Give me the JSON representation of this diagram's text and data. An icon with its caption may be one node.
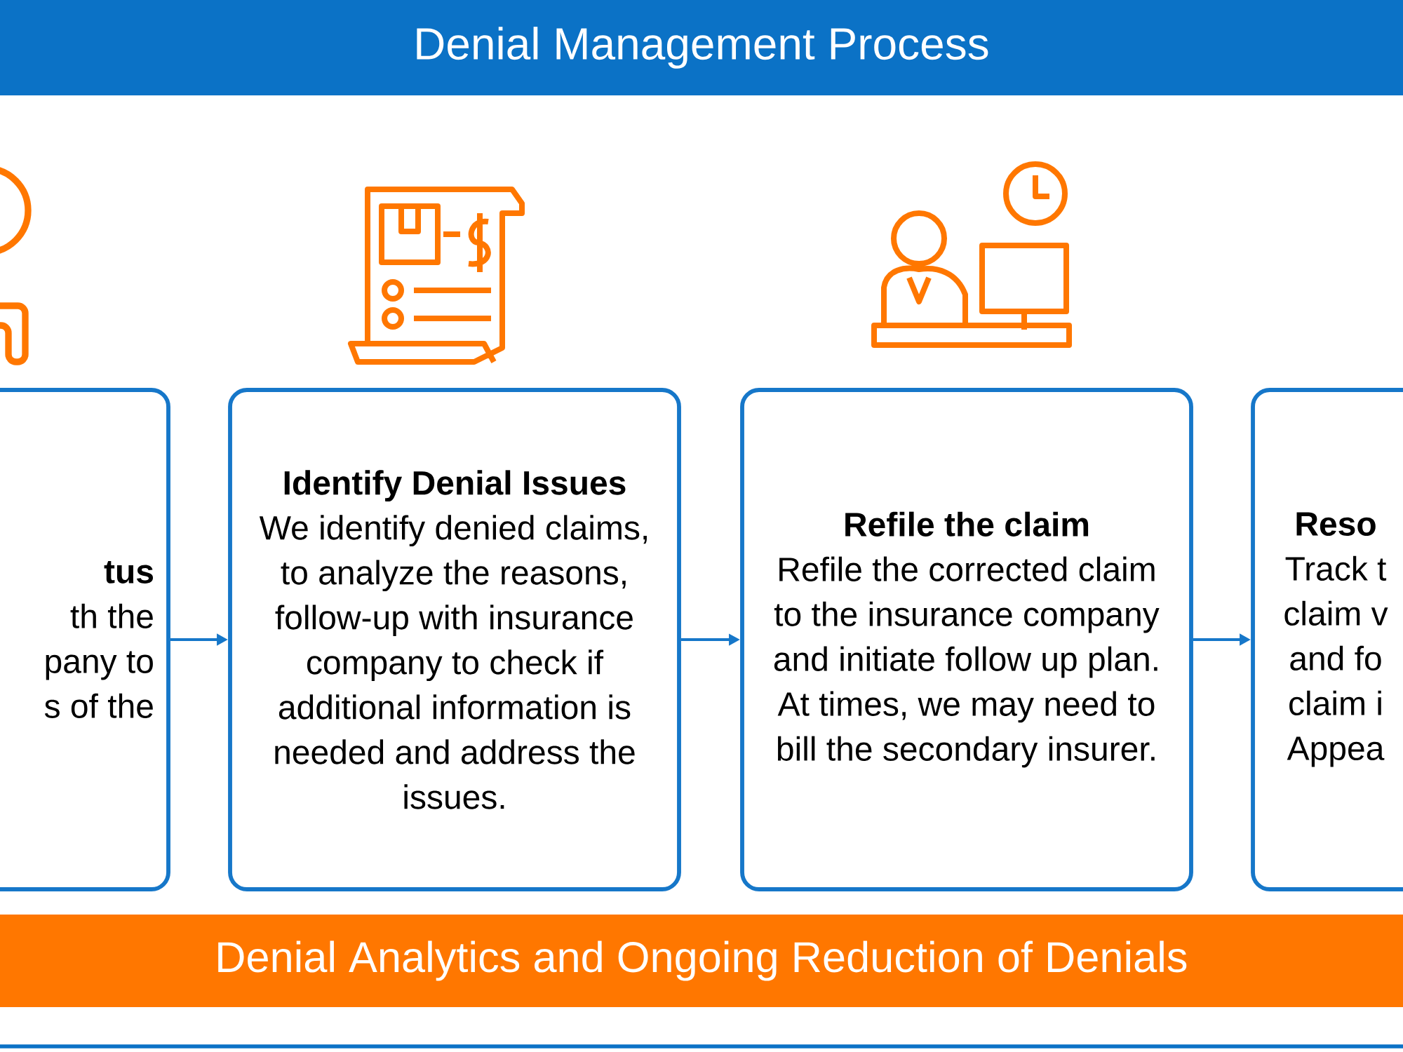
{
  "diagram": {
    "nodes": [
      {
        "text": [
          "Denial Management Process"
        ]
      },
      {
        "text": [
          "tus",
          "th the pany to s of the"
        ]
      },
      {
        "text": [
          "Identify Denial Issues",
          "We identify denied claims, to analyze the reasons, follow-up with insurance company to check if additional information is needed and address the issues."
        ]
      },
      {
        "text": [
          "Refile the claim",
          "Refile the corrected claim to the insurance company and initiate follow up plan. At times, we may need to bill the secondary insurer."
        ]
      },
      {
        "text": [
          "Reso",
          "Track t claim v and fo claim i Appea"
        ]
      },
      {
        "text": [
          "Denial Analytics and Ongoing Reduction of Denials"
        ]
      }
    ],
    "edges": [
      {
        "from": 1,
        "to": 2,
        "arrow": "to"
      },
      {
        "from": 2,
        "to": 3,
        "arrow": "to"
      },
      {
        "from": 3,
        "to": 4,
        "arrow": "to"
      }
    ]
  }
}
